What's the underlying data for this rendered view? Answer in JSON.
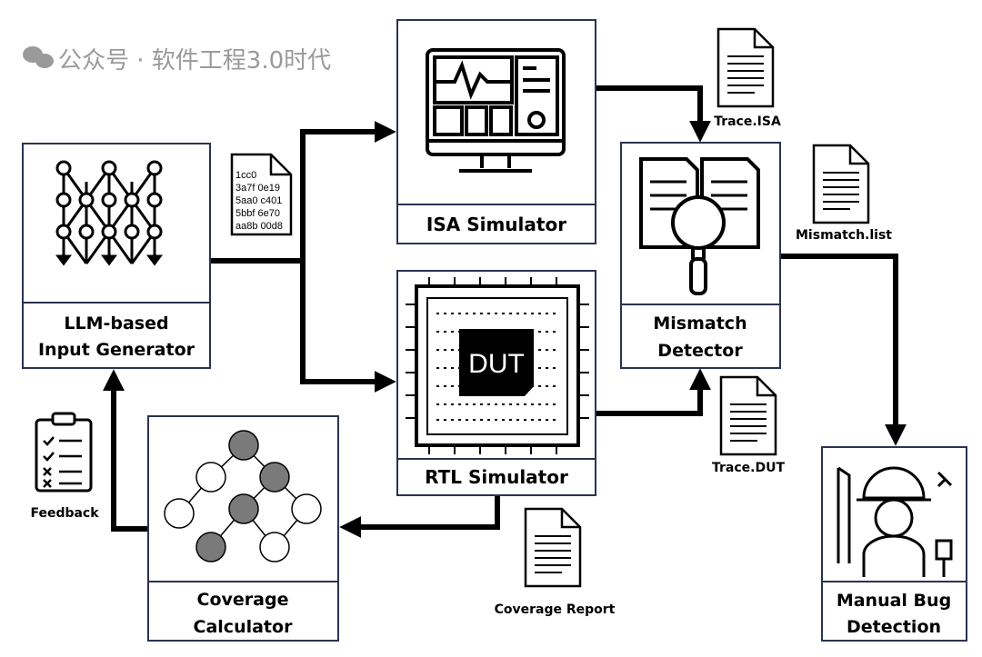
{
  "boxes": {
    "llm": {
      "line1": "LLM-based",
      "line2": "Input Generator"
    },
    "isa": {
      "line1": "ISA Simulator"
    },
    "rtl": {
      "line1": "RTL Simulator",
      "chip_label": "DUT"
    },
    "mismatch": {
      "line1": "Mismatch",
      "line2": "Detector"
    },
    "coverage": {
      "line1": "Coverage",
      "line2": "Calculator"
    },
    "manual": {
      "line1": "Manual Bug",
      "line2": "Detection"
    }
  },
  "documents": {
    "hex_lines": [
      "1cc0",
      "3a7f 0e19",
      "5aa0 c401",
      "5bbf 6e70",
      "aa8b 00d8"
    ],
    "trace_isa": "Trace.ISA",
    "mismatch_list": "Mismatch.list",
    "trace_dut": "Trace.DUT",
    "coverage_report": "Coverage Report",
    "feedback": "Feedback"
  },
  "watermark": "公众号 · 软件工程3.0时代",
  "colors": {
    "box_border": "#2b3350",
    "arrow": "#000000",
    "node_filled": "#7a7a7a"
  }
}
